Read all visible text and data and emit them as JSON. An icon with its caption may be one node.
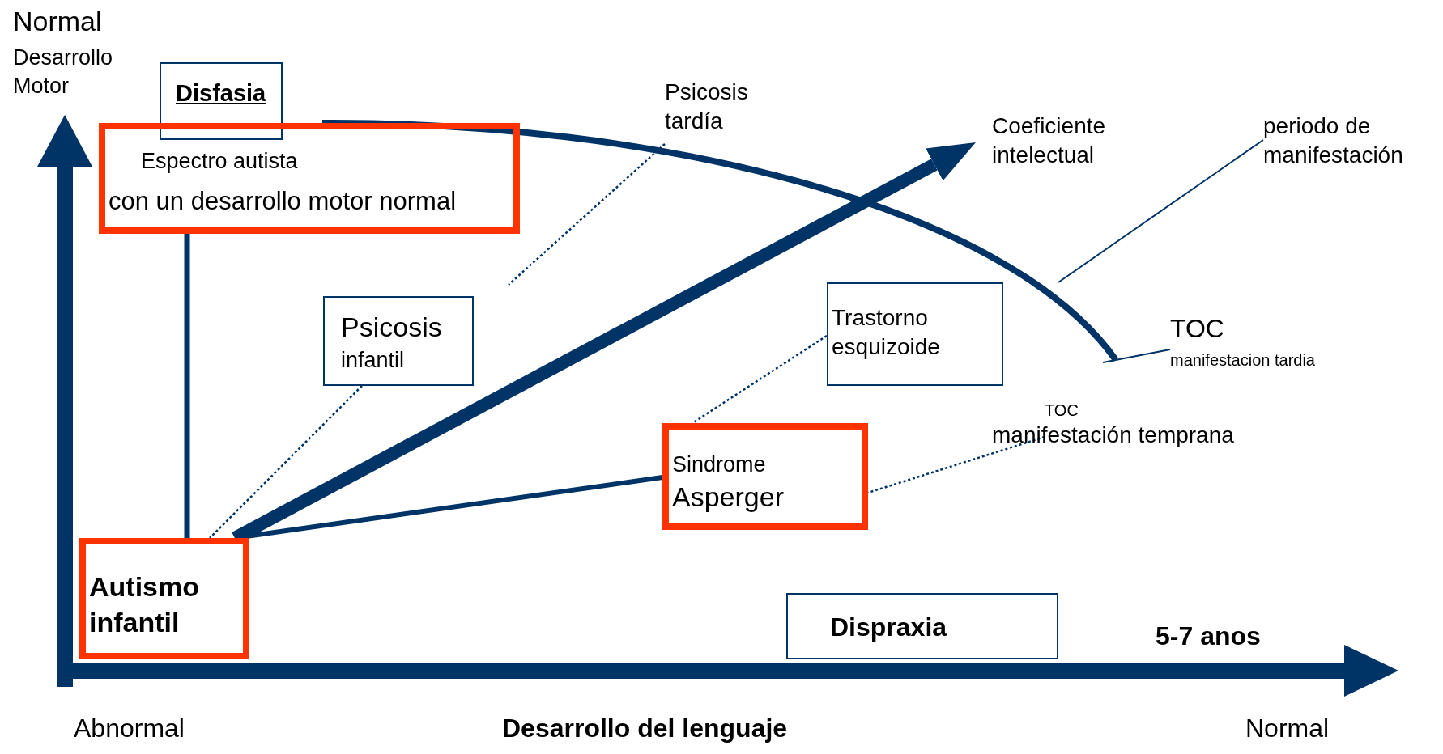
{
  "diagram": {
    "nodes": [
      {
        "text": [
          "Disfasia"
        ]
      },
      {
        "text": [
          "Espectro autista",
          "con un desarrollo motor normal"
        ]
      },
      {
        "text": [
          "Psicosis tardía"
        ]
      },
      {
        "text": [
          "Coeficiente intelectual"
        ]
      },
      {
        "text": [
          "periodo de manifestación"
        ]
      },
      {
        "text": [
          "Psicosis",
          "infantil"
        ]
      },
      {
        "text": [
          "Trastorno esquizoide"
        ]
      },
      {
        "text": [
          "TOC",
          "manifestacion tardia"
        ]
      },
      {
        "text": [
          "TOC",
          "manifestación temprana"
        ]
      },
      {
        "text": [
          "Sindrome",
          "Asperger"
        ]
      },
      {
        "text": [
          "Autismo infantil"
        ]
      },
      {
        "text": [
          "Dispraxia"
        ]
      }
    ],
    "edges": [
      {
        "from": 1,
        "to": 10,
        "arrow": "none",
        "style": "thick"
      },
      {
        "from": 10,
        "to": 3,
        "arrow": "to",
        "style": "thick"
      },
      {
        "from": 10,
        "to": 9,
        "arrow": "none",
        "style": "thick"
      },
      {
        "from": 1,
        "to": null,
        "arrow": "none",
        "style": "thick"
      },
      {
        "from": 2,
        "to": null,
        "arrow": "none",
        "style": "dashed"
      },
      {
        "from": 4,
        "to": null,
        "arrow": "none"
      },
      {
        "from": 5,
        "to": 10,
        "arrow": "none",
        "style": "dashed"
      },
      {
        "from": 6,
        "to": 9,
        "arrow": "none",
        "style": "dashed"
      },
      {
        "from": 7,
        "to": null,
        "arrow": "none"
      },
      {
        "from": 8,
        "to": 9,
        "arrow": "none",
        "style": "dashed"
      }
    ],
    "labels": [
      "Normal",
      "Desarrollo Motor",
      "5-7 anos",
      "Abnormal",
      "Desarrollo del lenguaje",
      "Normal"
    ]
  }
}
